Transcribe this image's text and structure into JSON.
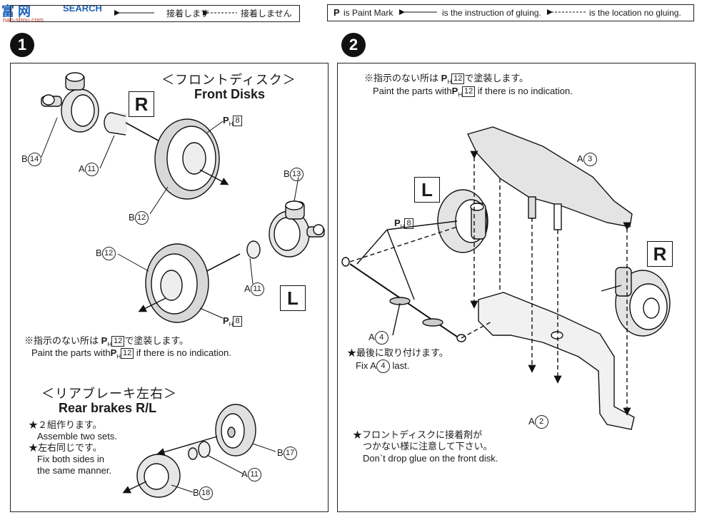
{
  "watermark": {
    "logo": "富 网",
    "url": "nan-shou.com",
    "search": "SEARCH"
  },
  "legend_left": {
    "text_a": "接着します",
    "text_b": "接着しません"
  },
  "legend_right": {
    "p_mark": "P",
    "text_a": "is Paint Mark",
    "text_b": "is the instruction of gluing.",
    "text_c": "is the location no gluing."
  },
  "steps": [
    {
      "number": "1",
      "front_disks": {
        "title_jp": "＜フロントディスク＞",
        "title_en": "Front Disks"
      },
      "side_r": "R",
      "side_l": "L",
      "parts": {
        "b14": {
          "prefix": "B",
          "num": "14"
        },
        "a11_top": {
          "prefix": "A",
          "num": "11"
        },
        "b12_top": {
          "prefix": "B",
          "num": "12"
        },
        "ph8_top": {
          "prefix": "P",
          "sub": "H",
          "num": "8"
        },
        "b13": {
          "prefix": "B",
          "num": "13"
        },
        "b12_mid": {
          "prefix": "B",
          "num": "12"
        },
        "a11_mid": {
          "prefix": "A",
          "num": "11"
        },
        "ph8_mid": {
          "prefix": "P",
          "sub": "H",
          "num": "8"
        },
        "b17": {
          "prefix": "B",
          "num": "17"
        },
        "a11_rear": {
          "prefix": "A",
          "num": "11"
        },
        "b18": {
          "prefix": "B",
          "num": "18"
        }
      },
      "paint_note": {
        "jp_a": "※指示のない所は",
        "jp_b": "で塗装します。",
        "en_a": "Paint the parts with",
        "en_b": "if there is no indication.",
        "ph": "P",
        "sub": "H",
        "num": "12"
      },
      "rear_brakes": {
        "title_jp": "＜リアブレーキ左右＞",
        "title_en": "Rear brakes R/L"
      },
      "rear_notes": {
        "n1_jp": "★２組作ります。",
        "n1_en": "Assemble two sets.",
        "n2_jp": "★左右同じです。",
        "n2_en1": "Fix both sides in",
        "n2_en2": "the same manner."
      }
    },
    {
      "number": "2",
      "paint_note": {
        "jp_a": "※指示のない所は",
        "jp_b": "で塗装します。",
        "en_a": "Paint the parts with",
        "en_b": "if there is no indication.",
        "ph": "P",
        "sub": "H",
        "num": "12"
      },
      "side_l": "L",
      "side_r": "R",
      "parts": {
        "a3": {
          "prefix": "A",
          "num": "3"
        },
        "ph8": {
          "prefix": "P",
          "sub": "H",
          "num": "8"
        },
        "a4": {
          "prefix": "A",
          "num": "4"
        },
        "a2": {
          "prefix": "A",
          "num": "2"
        }
      },
      "fix_note": {
        "jp": "★最後に取り付けます。",
        "en_a": "Fix A",
        "num": "4",
        "en_b": "last."
      },
      "glue_note": {
        "jp1": "★フロントディスクに接着剤が",
        "jp2": "つかない様に注意して下さい。",
        "en": "Don`t drop glue on the front disk."
      }
    }
  ]
}
